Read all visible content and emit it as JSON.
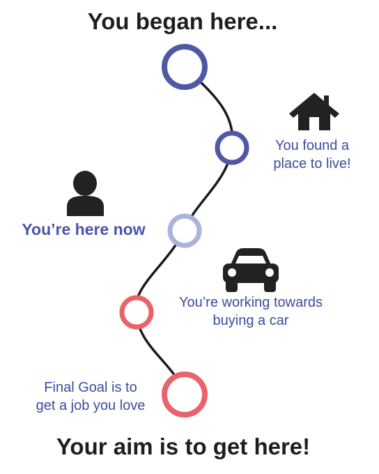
{
  "header": {
    "title": "You began here..."
  },
  "footer": {
    "title": "Your aim is to get here!"
  },
  "milestones": {
    "house": {
      "icon": "house-icon",
      "lines": [
        "You found a",
        "place to live!"
      ]
    },
    "current": {
      "icon": "person-icon",
      "label": "You’re here now"
    },
    "car": {
      "icon": "car-icon",
      "lines": [
        "You’re working towards",
        "buying a car"
      ]
    },
    "goal": {
      "lines": [
        "Final Goal is to",
        "get a job you love"
      ]
    }
  },
  "colors": {
    "completed": "#5058a6",
    "current": "#a9b4dd",
    "upcoming": "#e9636b",
    "path": "#1a1a1a",
    "text": "#3d4aa0",
    "icon": "#222222"
  }
}
